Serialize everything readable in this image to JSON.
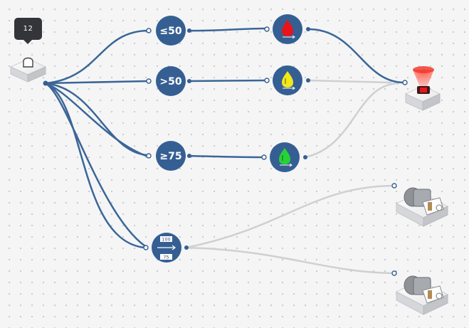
{
  "colors": {
    "node_blue": "#355f92",
    "wire_active": "#3a6697",
    "wire_inactive": "#cfd0d2",
    "tooltip_bg": "#333538",
    "drop_red": "#e8141c",
    "drop_yellow": "#f2e81a",
    "drop_green": "#27d236",
    "beacon_red": "#f23a2e"
  },
  "tooltip": {
    "value": "12"
  },
  "source": {
    "icon": "button-sensor-icon"
  },
  "conditions": [
    {
      "label": "≤50",
      "icon": "red-drop-icon"
    },
    {
      "label": ">50",
      "icon": "yellow-drop-icon"
    },
    {
      "label": "≥75",
      "icon": "green-drop-icon"
    }
  ],
  "map_node": {
    "icon": "range-mapper-icon",
    "range_top": "100",
    "range_bottom": "75"
  },
  "outputs": {
    "light": "red-beacon-light-icon",
    "motor_a": "servo-motor-icon",
    "motor_b": "servo-motor-icon"
  }
}
